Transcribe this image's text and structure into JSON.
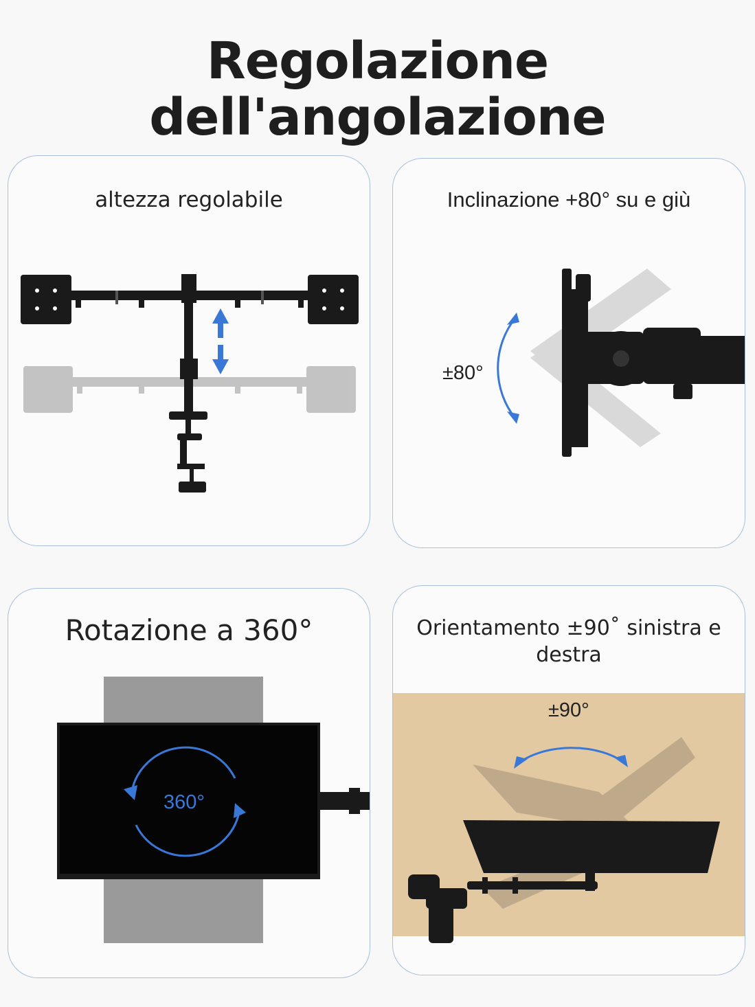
{
  "header": {
    "title_line1": "Regolazione",
    "title_line2": "dell'angolazione"
  },
  "panels": {
    "height": {
      "title": "altezza regolabile"
    },
    "tilt": {
      "title": "Inclinazione +80° su e giù",
      "angle_label": "±80°"
    },
    "rotation": {
      "title": "Rotazione a 360°",
      "angle_label": "360°"
    },
    "swivel": {
      "title": "Orientamento ±90˚ sinistra e destra",
      "angle_label": "±90°"
    }
  },
  "colors": {
    "arrow_blue": "#3a78d8",
    "panel_border": "#a9bfdc",
    "mount_black": "#1a1a1a",
    "wood": "#e2c9a2"
  }
}
